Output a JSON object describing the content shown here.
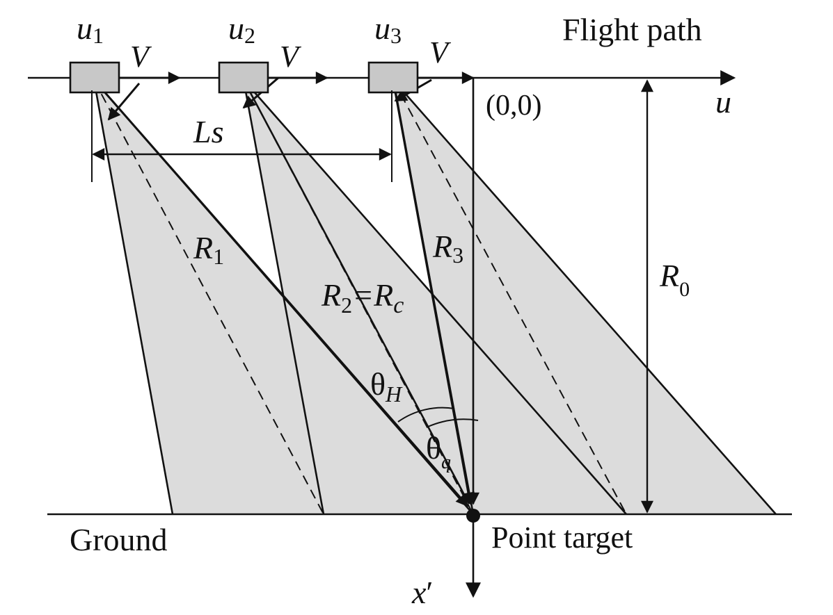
{
  "colors": {
    "beam_fill": "#dcdcdc",
    "antenna_fill": "#c8c8c8",
    "stroke": "#111111",
    "background": "#ffffff"
  },
  "labels": {
    "flight_path": "Flight path",
    "u_axis": "u",
    "origin": "(0,0)",
    "ground": "Ground",
    "point_target": "Point target",
    "x_axis_symbol": "x",
    "x_axis_prime": "′",
    "ls_symbol": "Ls",
    "velocity": "V",
    "r0_symbol": "R",
    "r0_sub": "0",
    "theta_symbol": "θ",
    "theta_h_sub": "H",
    "theta_q_sub": "q",
    "r2_symbol": "R",
    "r2_sub": "2",
    "r2_equals": "=R",
    "rc_sub": "c"
  },
  "positions": [
    {
      "symbol": "u",
      "sub": "1",
      "range_symbol": "R",
      "range_sub": "1"
    },
    {
      "symbol": "u",
      "sub": "2"
    },
    {
      "symbol": "u",
      "sub": "3",
      "range_symbol": "R",
      "range_sub": "3"
    }
  ]
}
